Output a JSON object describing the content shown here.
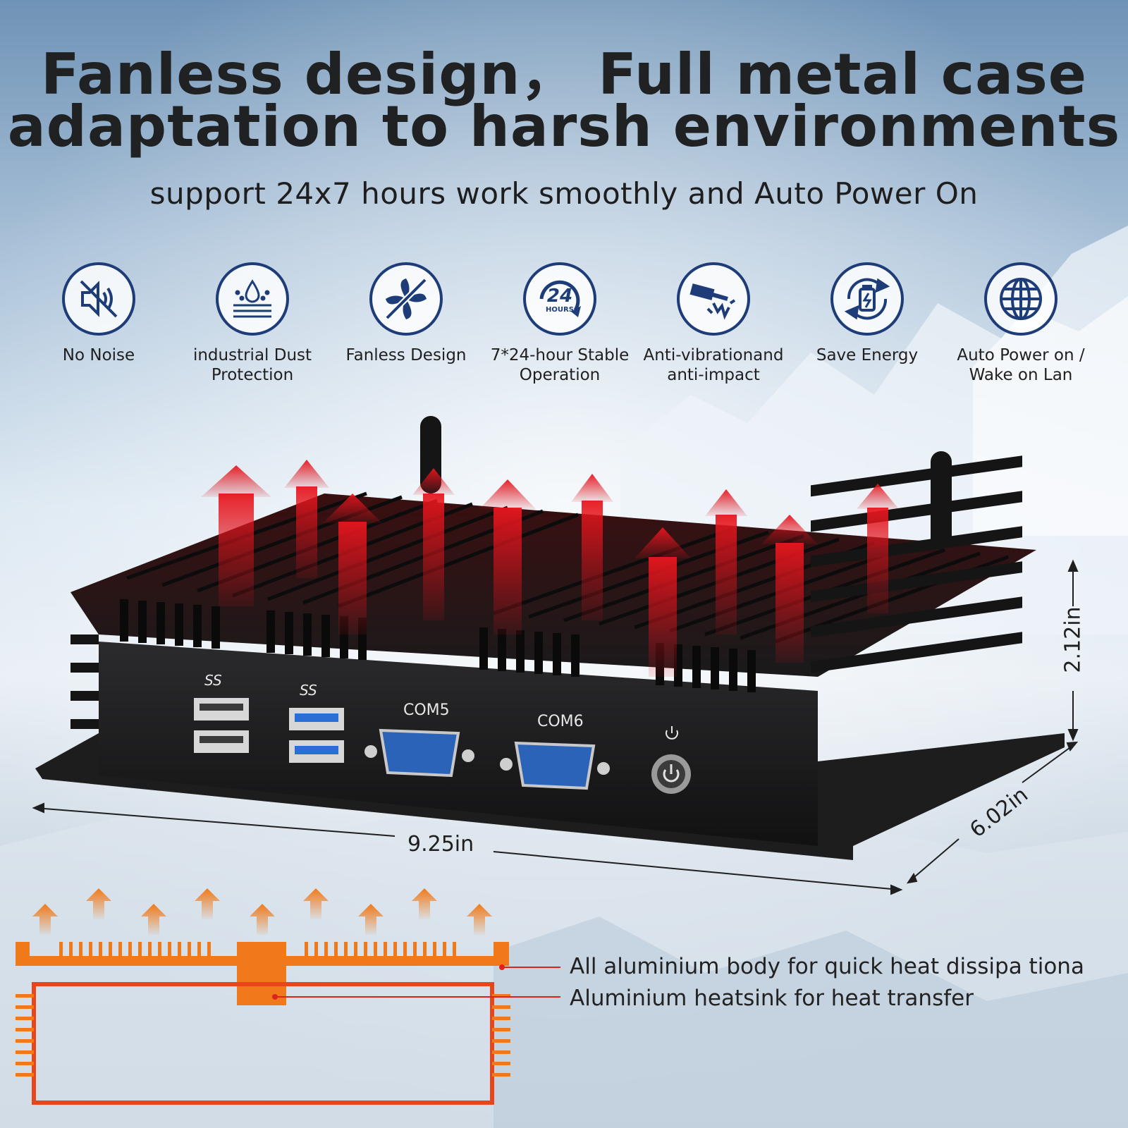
{
  "headline": {
    "line1": "Fanless design， Full metal case",
    "line2": "adaptation to harsh environments"
  },
  "subheadline": "support 24x7 hours work smoothly and Auto Power On",
  "features": [
    {
      "icon": "no-noise-icon",
      "label_line1": "No Noise",
      "label_line2": ""
    },
    {
      "icon": "dust-protection-icon",
      "label_line1": "industrial Dust",
      "label_line2": "Protection"
    },
    {
      "icon": "fan-slash-icon",
      "label_line1": "Fanless Design",
      "label_line2": ""
    },
    {
      "icon": "24-hours-icon",
      "icon_text": "24",
      "icon_subtext": "HOURS",
      "label_line1": "7*24-hour Stable",
      "label_line2": "Operation"
    },
    {
      "icon": "hammer-impact-icon",
      "label_line1": "Anti-vibrationand",
      "label_line2": "anti-impact"
    },
    {
      "icon": "battery-cycle-icon",
      "label_line1": "Save Energy",
      "label_line2": ""
    },
    {
      "icon": "globe-icon",
      "label_line1": "Auto Power on /",
      "label_line2": "Wake on Lan"
    }
  ],
  "device": {
    "port_labels": [
      "COM5",
      "COM6"
    ],
    "usb_logo": "SS"
  },
  "dimensions": {
    "width": "9.25in",
    "depth": "6.02in",
    "height": "2.12in"
  },
  "heatsink_callouts": [
    "All aluminium body for quick heat dissipa tiona",
    "Aluminium heatsink for heat transfer"
  ],
  "colors": {
    "icon_blue": "#1d3c78",
    "heat_red": "#d8121b",
    "heatsink_orange": "#f07a1a"
  }
}
